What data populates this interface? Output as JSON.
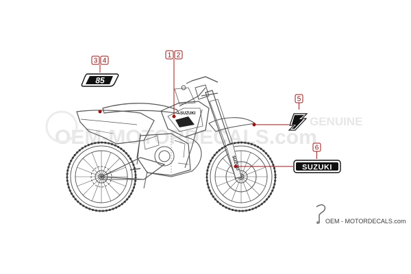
{
  "callouts": {
    "c1": "1",
    "c2": "2",
    "c3": "3",
    "c4": "4",
    "c5": "5",
    "c6": "6"
  },
  "decals": {
    "number_plate_text": "85",
    "brand_text": "SUZUKI",
    "emblem_name": "suzuki-s-logo"
  },
  "watermark": {
    "big_text": "OEM-MOTORDECALS.com",
    "genuine_text": "GENUINE",
    "footer_text": "OEM - MOTORDECALS.com"
  },
  "colors": {
    "callout_red": "#9a1515",
    "line_grey": "#555555",
    "decal_black": "#111111"
  }
}
